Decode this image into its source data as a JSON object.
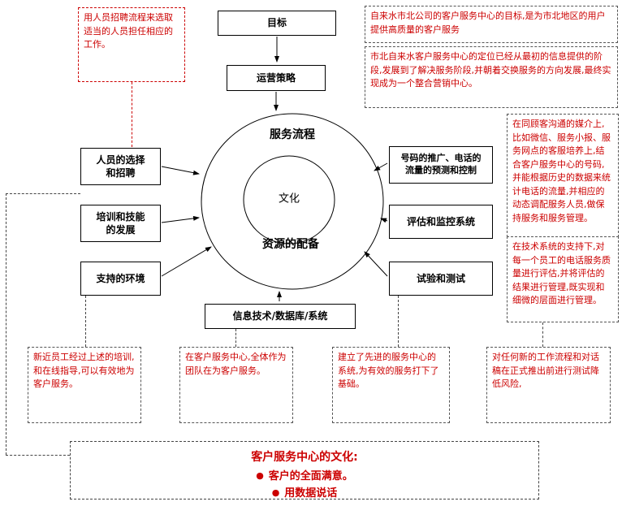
{
  "colors": {
    "annotation_red": "#cc0000",
    "line_black": "#000000"
  },
  "nodes": {
    "goal": "目标",
    "strategy": "运营策略",
    "circle_top": "服务流程",
    "circle_center": "文化",
    "circle_bottom": "资源的配备",
    "recruit": "人员的选择\n和招聘",
    "training": "培训和技能\n的发展",
    "environment": "支持的环境",
    "promo": "号码的推广、电话的\n流量的预测和控制",
    "monitor": "评估和监控系统",
    "test": "试验和测试",
    "it_system": "信息技术/数据库/系统"
  },
  "annotations": {
    "top_left": "用人员招聘流程来选取适当的人员担任相应的工作。",
    "top_right_1": "自来水市北公司的客户服务中心的目标,是为市北地区的用户提供高质量的客户服务",
    "top_right_2": "市北自来水客户服务中心的定位已经从最初的信息提供的阶段,发展到了解决服务阶段,并朝着交换服务的方向发展,最终实现成为一个整合营销中心。",
    "right_mid": "在同顾客沟通的媒介上,比如微信、服务小报、服务网点的客服培养上,结合客户服务中心的号码,并能根据历史的数据来统计电话的流量,并相应的动态调配服务人员,做保持服务和服务管理。",
    "right_low": "在技术系统的支持下,对每一个员工的电话服务质量进行评估,并将评估的结果进行管理,既实现和细微的层面进行管理。",
    "bottom_1": "新近员工经过上述的培训,和在线指导,可以有效地为客户服务。",
    "bottom_2": "在客户服务中心,全体作为团队在为客户服务。",
    "bottom_3": "建立了先进的服务中心的系统,为有效的服务打下了基础。",
    "bottom_4": "对任何新的工作流程和对话稿在正式推出前进行测试降低风险,"
  },
  "culture": {
    "title": "客户服务中心的文化:",
    "bullet_glyph": "●",
    "bullet_1": "客户的全面满意。",
    "bullet_2": "用数据说话"
  }
}
